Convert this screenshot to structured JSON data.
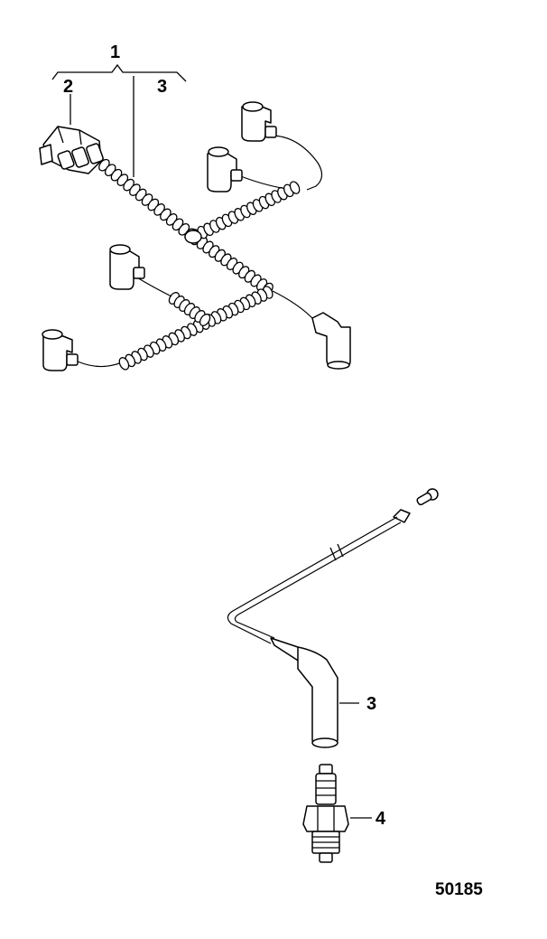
{
  "callouts": {
    "c1": "1",
    "c2": "2",
    "c3_top": "3",
    "c3_bottom": "3",
    "c4": "4"
  },
  "figure_number": "50185",
  "parts": [
    {
      "id": "ignition-harness-assembly"
    },
    {
      "id": "harness-connector"
    },
    {
      "id": "spark-plug-lead"
    },
    {
      "id": "spark-plug"
    }
  ]
}
